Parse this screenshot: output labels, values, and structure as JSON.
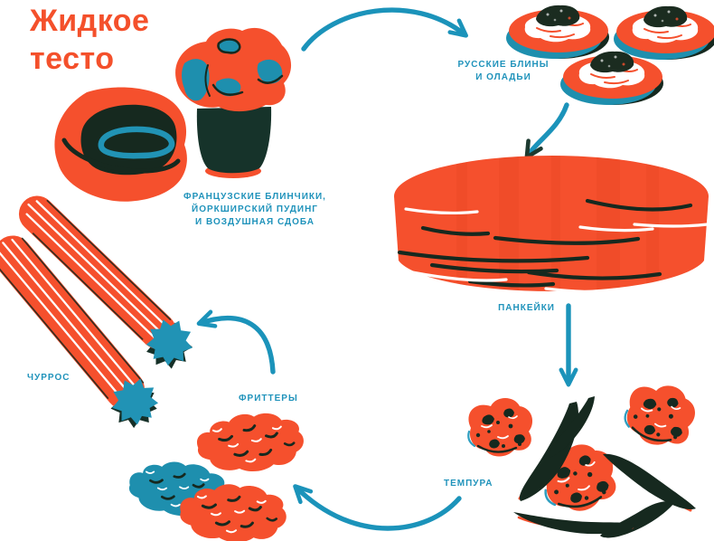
{
  "page": {
    "background": "#ffffff",
    "kind": "food infographic / cycle diagram"
  },
  "title": "Жидкое\nтесто",
  "palette": {
    "orange": "#f5502d",
    "teal_line": "#2093bb",
    "teal_fill": "#1e8fae",
    "dark": "#16291f",
    "white": "#ffffff"
  },
  "nodes": [
    {
      "id": "french",
      "label": "ФРАНЦУЗСКИЕ БЛИНЧИКИ,\nЙОРКШИРСКИЙ ПУДИНГ\nИ ВОЗДУШНАЯ СДОБА",
      "illustration": "yorkshire-pudding-bowl-and-cupcake"
    },
    {
      "id": "blini",
      "label": "РУССКИЕ БЛИНЫ\nИ ОЛАДЬИ",
      "illustration": "three-plates-of-blini-with-caviar"
    },
    {
      "id": "pancakes",
      "label": "ПАНКЕЙКИ",
      "illustration": "tall-pancake-stack"
    },
    {
      "id": "tempura",
      "label": "ТЕМПУРА",
      "illustration": "tempura-broccoli-and-green-beans"
    },
    {
      "id": "fritters",
      "label": "ФРИТТЕРЫ",
      "illustration": "three-fritter-blobs"
    },
    {
      "id": "churros",
      "label": "ЧУРРОС",
      "illustration": "two-churro-sticks-with-star-ends"
    }
  ],
  "flow": [
    "batter → russian blini",
    "russian blini → pancakes",
    "pancakes → tempura",
    "tempura → fritters",
    "fritters → churros"
  ]
}
